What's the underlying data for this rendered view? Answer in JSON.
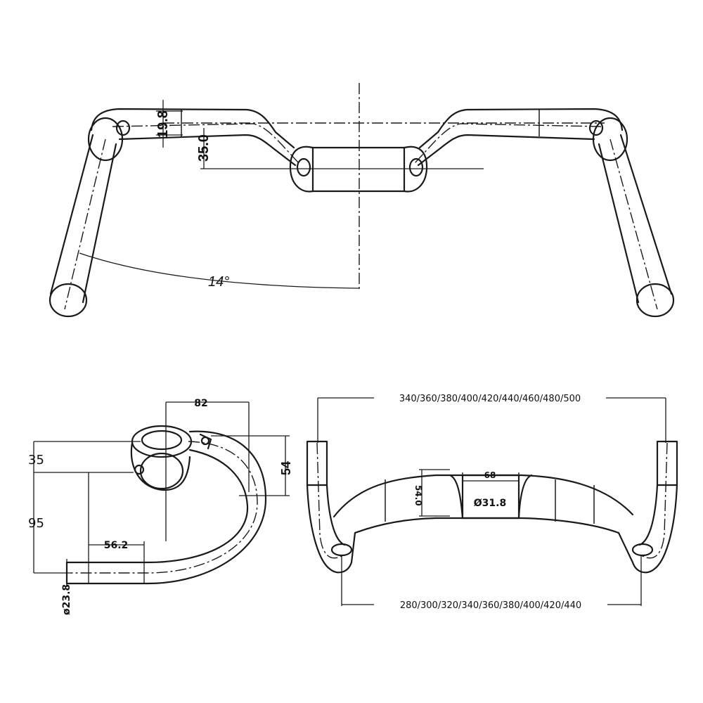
{
  "top_view": {
    "drop_height": "19.8",
    "stem_offset": "35.0",
    "flare_angle": "14°"
  },
  "side_view": {
    "reach": "82",
    "rise_label": "35",
    "drop_label": "95",
    "clamp_height": "54",
    "drop_flat_length": "56.2",
    "end_diameter": "ø23.8"
  },
  "front_view": {
    "width_top": "340/360/380/400/420/440/460/480/500",
    "width_bottom": "280/300/320/340/360/380/400/420/440",
    "clamp_width": "68",
    "clamp_diameter": "Ø31.8",
    "clamp_offset": "54.0"
  }
}
